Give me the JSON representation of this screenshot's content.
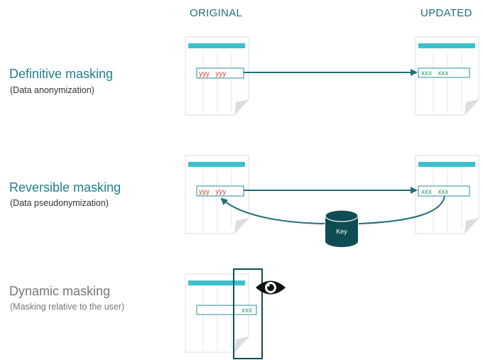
{
  "headers": {
    "original": "ORIGINAL",
    "updated": "UPDATED"
  },
  "rows": [
    {
      "title": "Definitive masking",
      "subtitle": "(Data anonymization)"
    },
    {
      "title": "Reversible masking",
      "subtitle": "(Data pseudonymization)"
    },
    {
      "title": "Dynamic masking",
      "subtitle": "(Masking relative to the user)"
    }
  ],
  "cells": {
    "original": "yyy   yyy",
    "updated": "xxx   xxx",
    "dynamic": "xxx"
  },
  "key_label": "Key",
  "colors": {
    "teal": "#1f6f7a",
    "accent": "#3cc0cc",
    "red": "#e53935",
    "green": "#2e9e5b"
  }
}
